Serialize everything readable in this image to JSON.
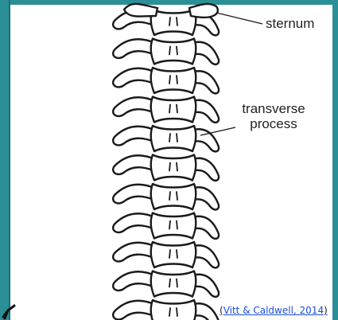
{
  "figure": {
    "labels": {
      "sternum": "sternum",
      "transverse_process_line1": "transverse",
      "transverse_process_line2": "process"
    },
    "vertebra_count": 11
  },
  "citation": {
    "open": "(",
    "text": "Vitt & Caldwell, 2014",
    "close": ")"
  },
  "colors": {
    "frame": "#2a8f96",
    "ink": "#222222",
    "link": "#1a4fd8"
  }
}
